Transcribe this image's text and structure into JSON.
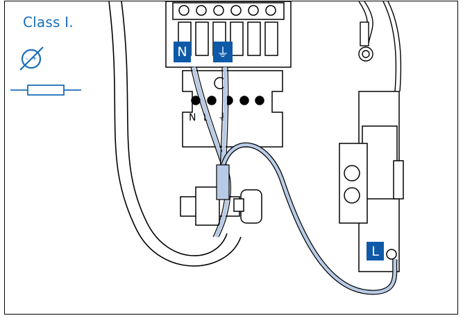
{
  "legend": {
    "title": "Class I.",
    "double_insulation_symbol": "double-insulation-crossed-icon",
    "fuse_symbol": "fuse-icon"
  },
  "terminals": {
    "neutral_badge": "N",
    "earth_badge": "⏚",
    "live_badge": "L"
  },
  "socket_markings": {
    "neutral": "N",
    "live": "L",
    "earth": "⏚"
  },
  "colors": {
    "accent": "#1a6fb8",
    "badge": "#0e5aa8",
    "wire": "#b8cbe6",
    "outline": "#000000"
  }
}
